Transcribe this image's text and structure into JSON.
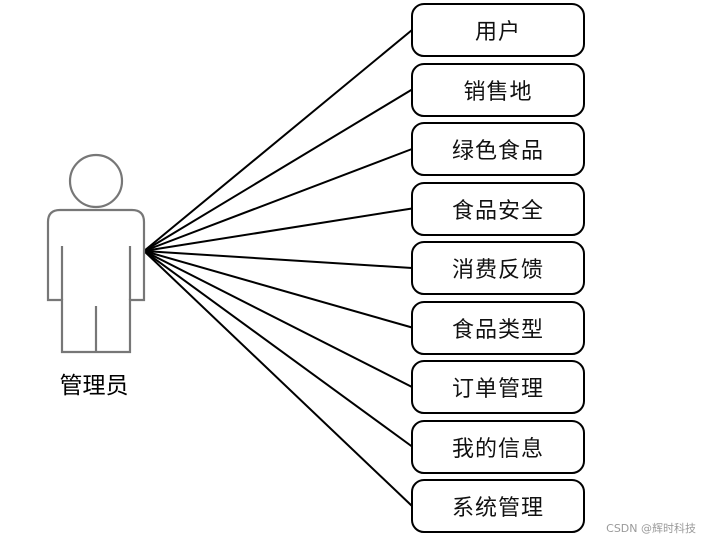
{
  "actor": {
    "label": "管理员"
  },
  "use_cases": [
    {
      "label": "用户"
    },
    {
      "label": "销售地"
    },
    {
      "label": "绿色食品"
    },
    {
      "label": "食品安全"
    },
    {
      "label": "消费反馈"
    },
    {
      "label": "食品类型"
    },
    {
      "label": "订单管理"
    },
    {
      "label": "我的信息"
    },
    {
      "label": "系统管理"
    }
  ],
  "watermark": "CSDN @辉时科技"
}
